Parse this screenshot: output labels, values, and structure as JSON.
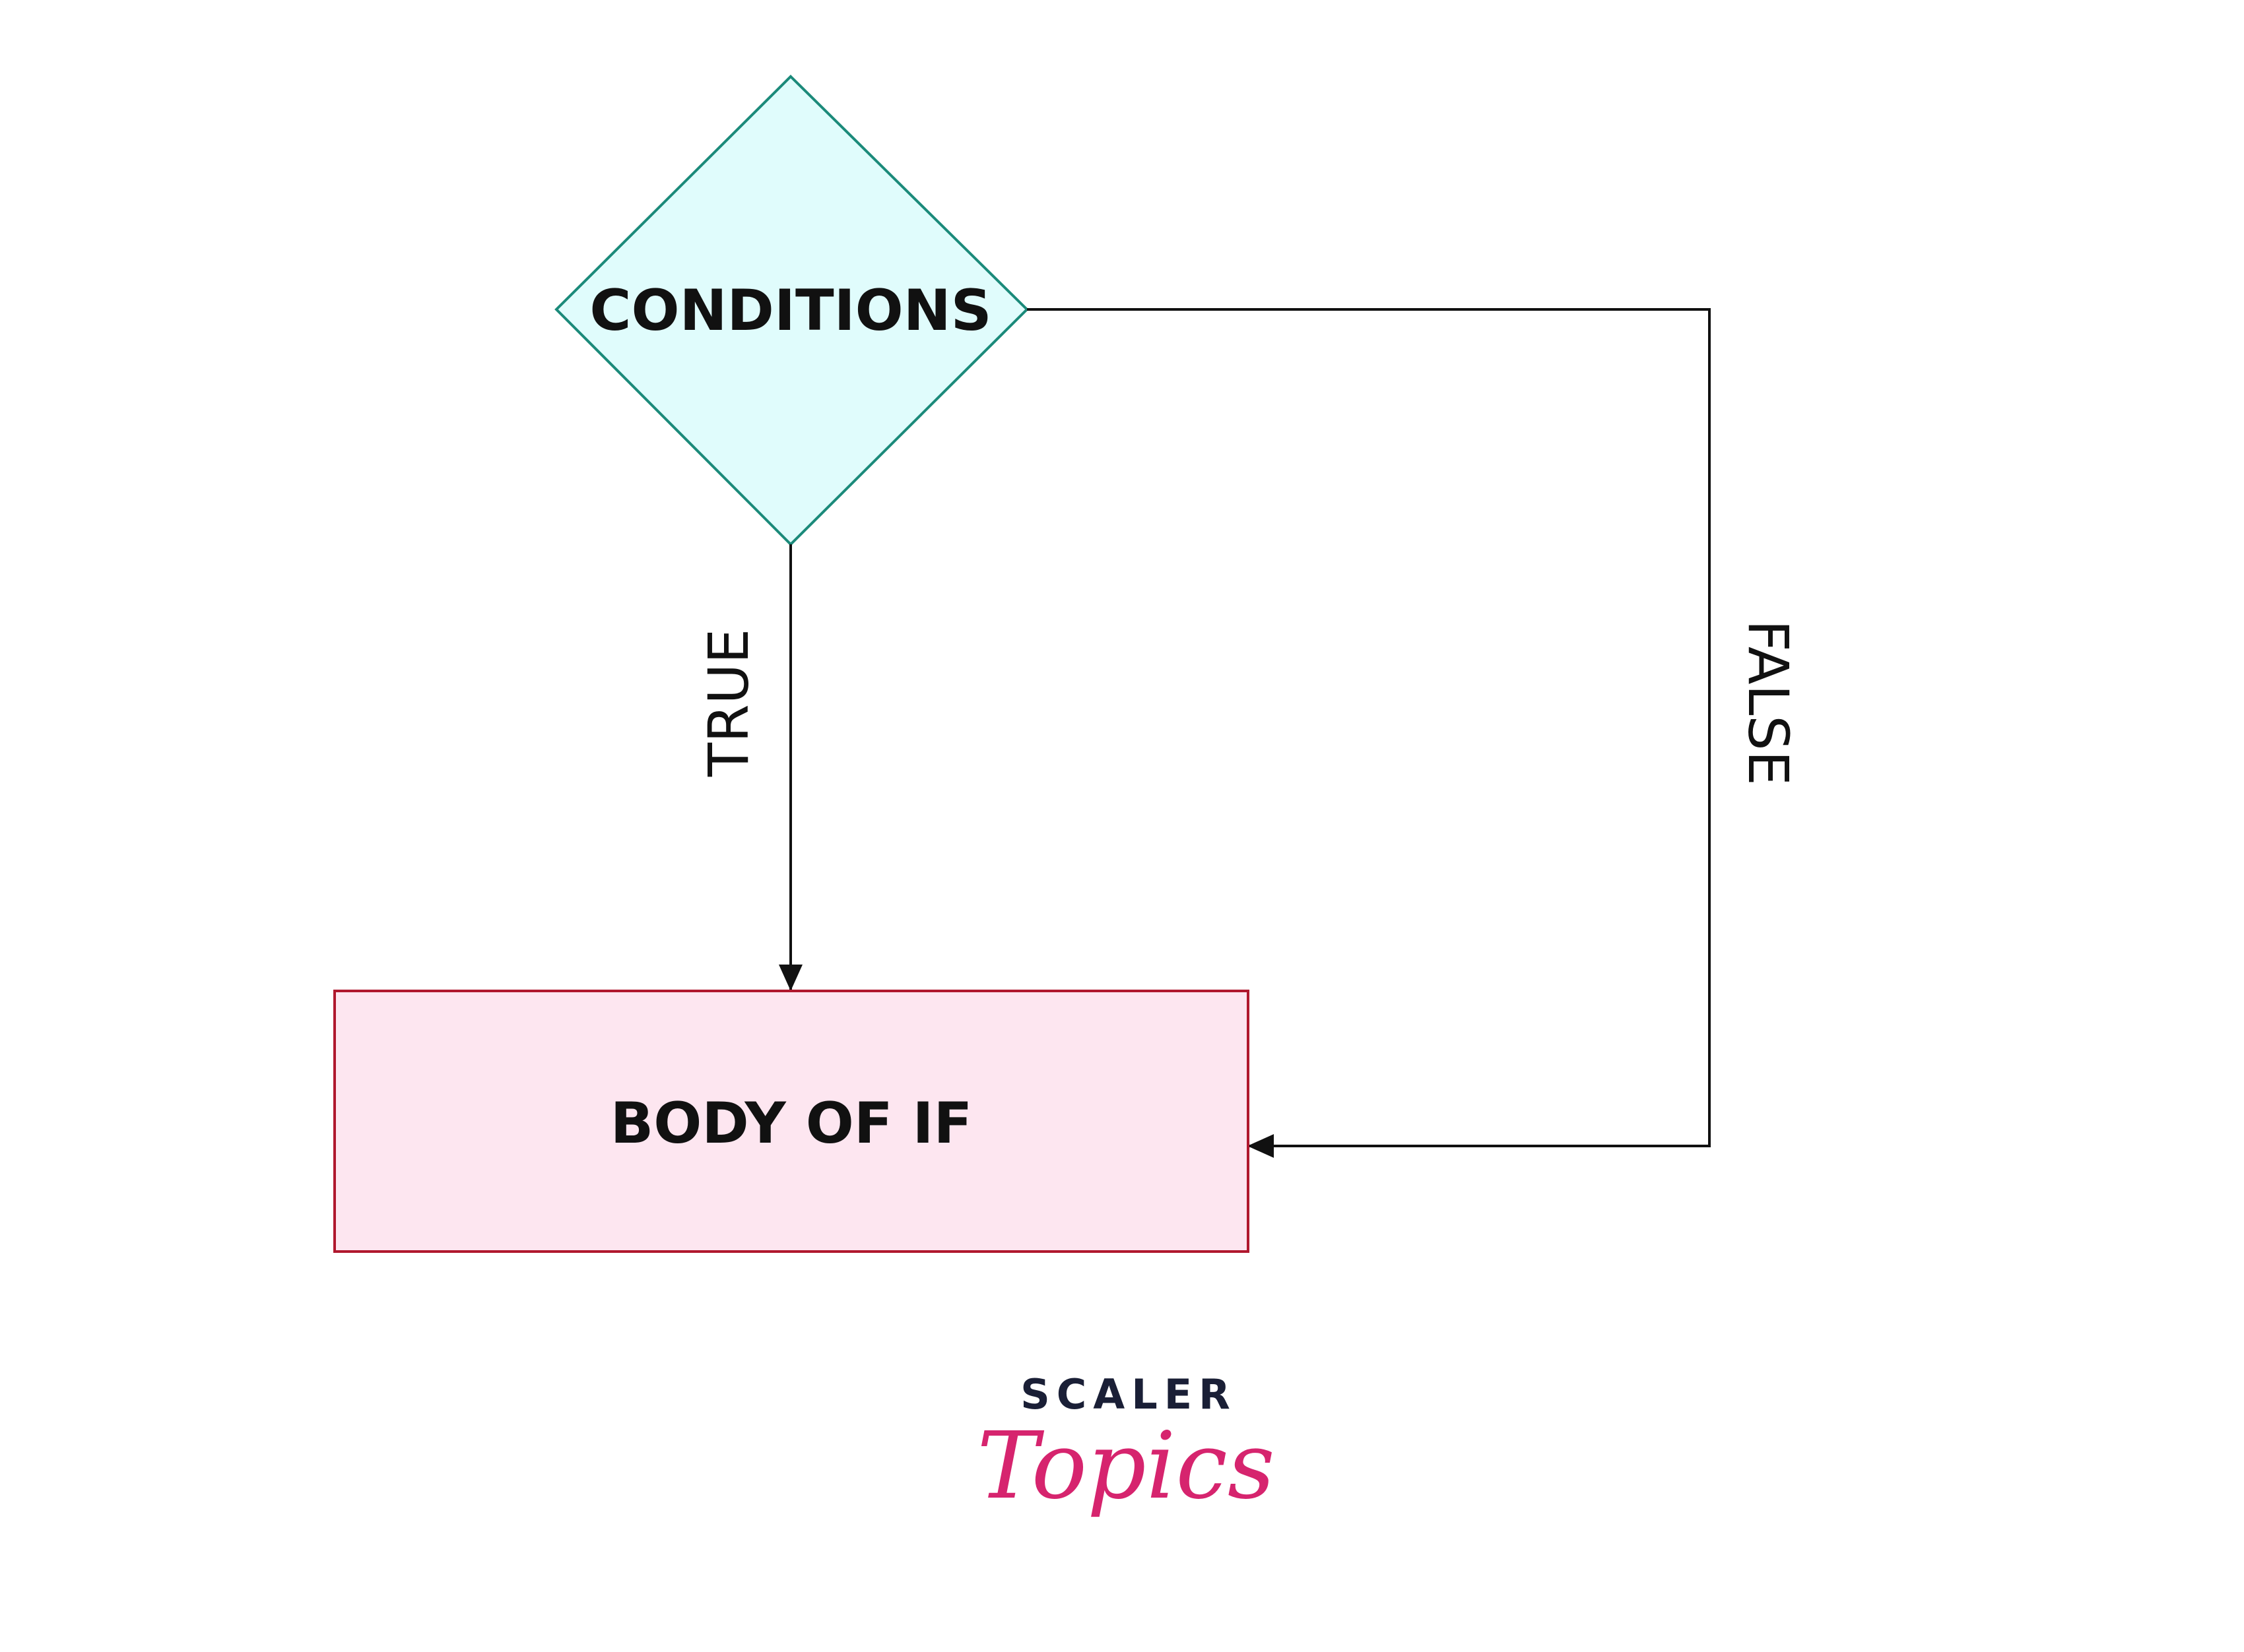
{
  "diagram": {
    "decision": {
      "label": "CONDITIONS",
      "fill": "#E0FCFC",
      "stroke": "#1B8A7A"
    },
    "process": {
      "label": "BODY OF IF",
      "fill": "#FDE6F0",
      "stroke": "#B0182E"
    },
    "edges": {
      "true_label": "TRUE",
      "false_label": "FALSE",
      "color": "#111111"
    }
  },
  "logo": {
    "line1": "SCALER",
    "line2": "Topics",
    "line1_color": "#1A1F36",
    "line2_color": "#D6246E"
  }
}
